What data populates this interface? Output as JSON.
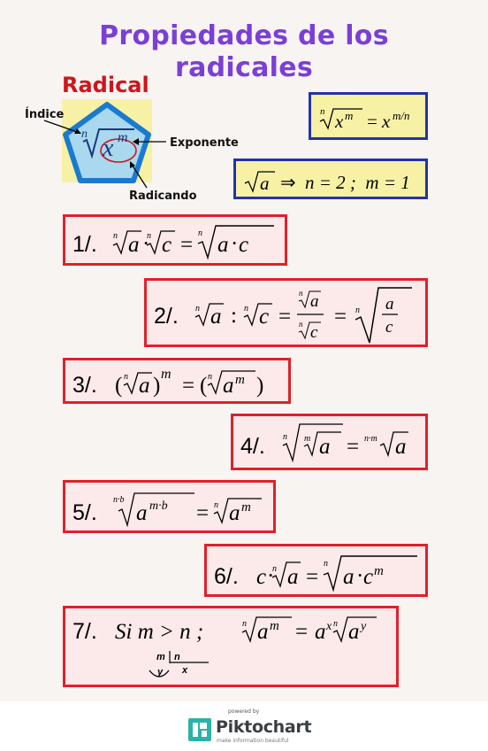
{
  "title": {
    "line1": "Propiedades de los",
    "line2": "radicales"
  },
  "diagram": {
    "heading": "Radical",
    "label_index": "Índice",
    "label_exponent": "Exponente",
    "label_radicand": "Radicando",
    "formula": {
      "index": "n",
      "base": "x",
      "exponent": "m"
    }
  },
  "definitions": [
    {
      "lhs_index": "n",
      "lhs_base": "x",
      "lhs_exp": "m",
      "rhs_base": "x",
      "rhs_exp": "m/n"
    },
    {
      "radicand": "a",
      "arrow": "⇒",
      "text": "n = 2 ;  m = 1"
    }
  ],
  "properties": [
    {
      "number": "1/."
    },
    {
      "number": "2/."
    },
    {
      "number": "3/."
    },
    {
      "number": "4/."
    },
    {
      "number": "5/."
    },
    {
      "number": "6/."
    },
    {
      "number": "7/.",
      "condition": "Si m > n ;",
      "division": {
        "dividend": "m",
        "divisor": "n",
        "quotient": "x",
        "remainder": "y"
      }
    }
  ],
  "footer": {
    "powered_by": "powered by",
    "brand": "Piktochart",
    "tagline": "make information beautiful"
  },
  "colors": {
    "title": "#7b3fd6",
    "radical_word": "#d0141c",
    "red_border": "#e0202a",
    "blue_border": "#2233aa",
    "yellow_fill": "#f7f1a6",
    "pink_fill": "#fce9ea",
    "pentagon": "#1a7ad0",
    "pentagon_fill": "#a9d8ef"
  }
}
